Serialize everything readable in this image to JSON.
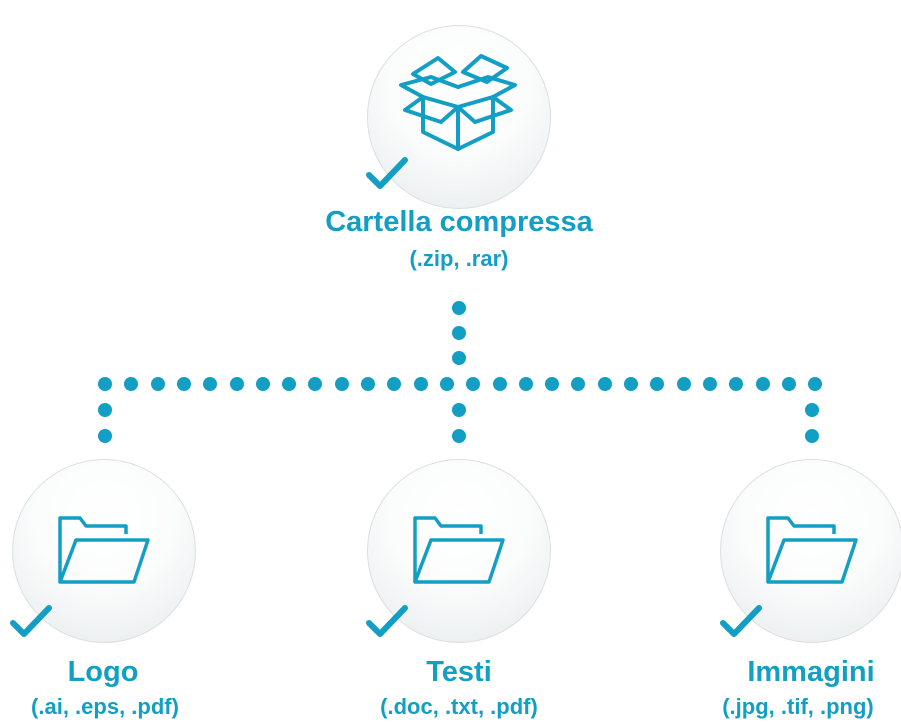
{
  "colors": {
    "accent": "#139ec4"
  },
  "root": {
    "icon": "open-box-icon",
    "title": "Cartella compressa",
    "subtitle": "(.zip, .rar)"
  },
  "children": [
    {
      "icon": "folder-icon",
      "title": "Logo",
      "subtitle": "(.ai, .eps, .pdf)"
    },
    {
      "icon": "folder-icon",
      "title": "Testi",
      "subtitle": "(.doc, .txt, .pdf)"
    },
    {
      "icon": "folder-icon",
      "title": "Immagini",
      "subtitle": "(.jpg, .tif, .png)"
    }
  ]
}
